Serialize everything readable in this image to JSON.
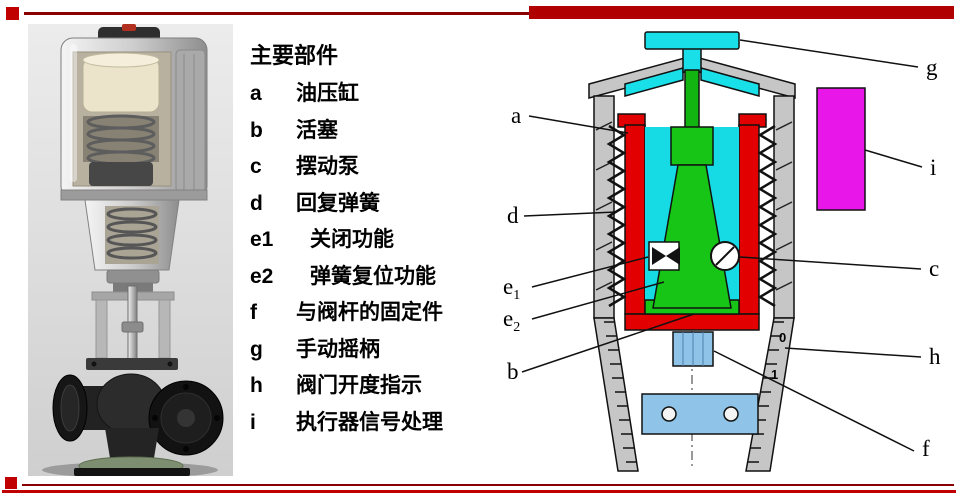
{
  "slide": {
    "accent_color": "#c00000",
    "rule_color": "#8b0000"
  },
  "legend": {
    "title": "主要部件",
    "items": [
      {
        "key": "a",
        "label": "油压缸"
      },
      {
        "key": "b",
        "label": "活塞"
      },
      {
        "key": "c",
        "label": "摆动泵"
      },
      {
        "key": "d",
        "label": "回复弹簧"
      },
      {
        "key": "e1",
        "label": "关闭功能"
      },
      {
        "key": "e2",
        "label": "弹簧复位功能"
      },
      {
        "key": "f",
        "label": "与阀杆的固定件"
      },
      {
        "key": "g",
        "label": "手动摇柄"
      },
      {
        "key": "h",
        "label": "阀门开度指示"
      },
      {
        "key": "i",
        "label": "执行器信号处理"
      }
    ]
  },
  "diagram": {
    "labels": {
      "a": "a",
      "b": "b",
      "c": "c",
      "d": "d",
      "e1_base": "e",
      "e1_sub": "1",
      "e2_base": "e",
      "e2_sub": "2",
      "f": "f",
      "g": "g",
      "h": "h",
      "i": "i"
    },
    "scale_marks": [
      "0",
      "1"
    ],
    "colors": {
      "housing_gray": "#c6c6c6",
      "cylinder_red": "#e30000",
      "fluid_cyan": "#17dbe4",
      "piston_green": "#17c517",
      "handle_cyan": "#19dfe8",
      "signal_magenta": "#e816e8",
      "mount_blue": "#8fc4e8"
    }
  }
}
